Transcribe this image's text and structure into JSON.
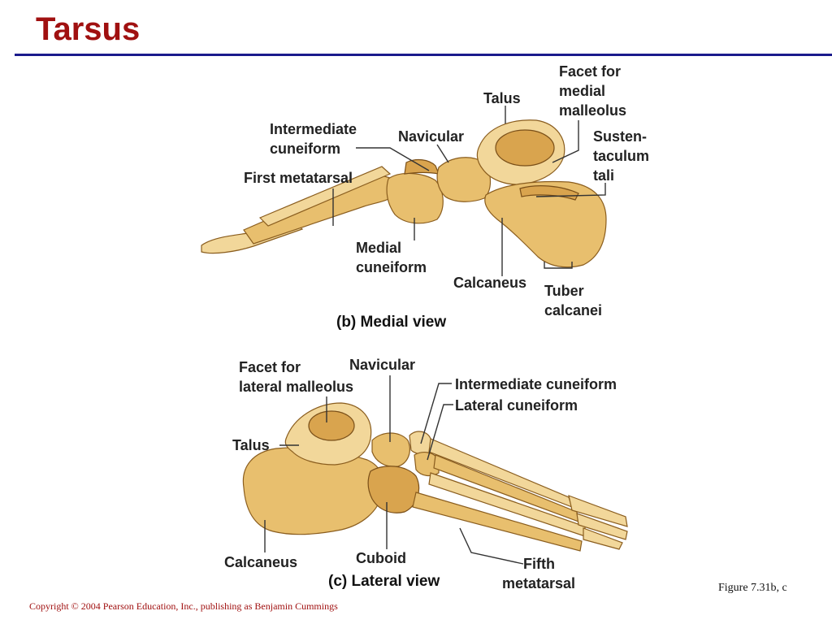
{
  "title": "Tarsus",
  "figure_ref": "Figure 7.31b, c",
  "copyright": "Copyright © 2004 Pearson Education, Inc., publishing as Benjamin Cummings",
  "medial": {
    "caption": "(b) Medial view",
    "labels": {
      "talus": "Talus",
      "facet1": "Facet for",
      "facet2": "medial",
      "facet3": "malleolus",
      "intermediate1": "Intermediate",
      "intermediate2": "cuneiform",
      "navicular": "Navicular",
      "sust1": "Susten-",
      "sust2": "taculum",
      "sust3": "tali",
      "first_metatarsal": "First metatarsal",
      "medial_cun1": "Medial",
      "medial_cun2": "cuneiform",
      "calcaneus": "Calcaneus",
      "tuber1": "Tuber",
      "tuber2": "calcanei"
    }
  },
  "lateral": {
    "caption": "(c) Lateral view",
    "labels": {
      "facet1": "Facet for",
      "facet2": "lateral malleolus",
      "navicular": "Navicular",
      "intermediate": "Intermediate cuneiform",
      "lateral_cun": "Lateral cuneiform",
      "talus": "Talus",
      "calcaneus": "Calcaneus",
      "cuboid": "Cuboid",
      "fifth1": "Fifth",
      "fifth2": "metatarsal"
    }
  }
}
